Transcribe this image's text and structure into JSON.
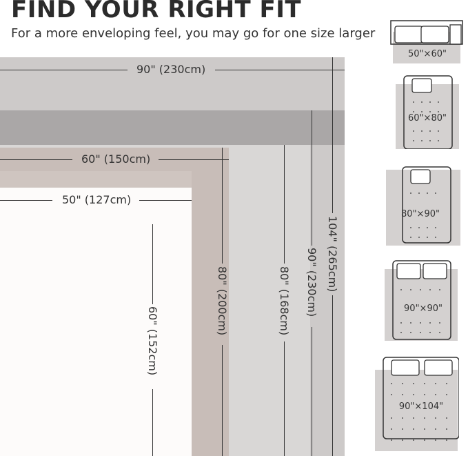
{
  "header": {
    "title": "FIND YOUR RIGHT FIT",
    "subtitle": "For a more enveloping feel, you may go for one size larger"
  },
  "sizes": {
    "s104": {
      "width": "90\" (230cm)",
      "length": "104\" (265cm)"
    },
    "s90": {
      "length": "90\" (230cm)"
    },
    "s80": {
      "length": "80\" (168cm)"
    },
    "s60": {
      "width": "60\" (150cm)",
      "length": "80\" (200cm)"
    },
    "s50": {
      "width": "50\" (127cm)",
      "length": "60\" (152cm)"
    }
  },
  "thumbnails": [
    {
      "label": "50\"×60\""
    },
    {
      "label": "60\"×80\""
    },
    {
      "label": "80\"×90\""
    },
    {
      "label": "90\"×90\""
    },
    {
      "label": "90\"×104\""
    }
  ],
  "colors": {
    "largest": "#c9c6c5",
    "band": "#a9a6a6",
    "mid": "#d9d5d3",
    "tan": "#c7bcb7",
    "cream": "#fbf9f7",
    "inner": "#ffffff"
  }
}
